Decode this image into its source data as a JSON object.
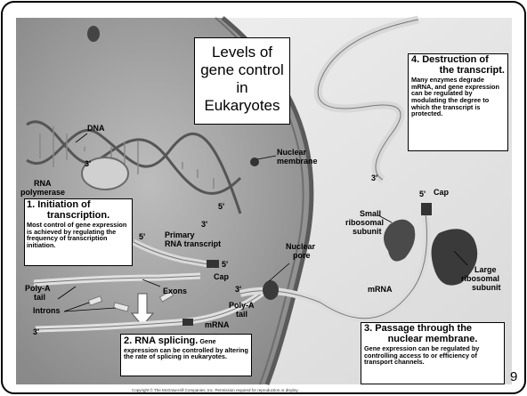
{
  "title": [
    "Levels of",
    "gene control",
    "in",
    "Eukaryotes"
  ],
  "steps": [
    {
      "heading_1": "1. Initiation of",
      "heading_2": "transcription.",
      "body": "Most control of gene expression is achieved by regulating the frequency of transcription initiation."
    },
    {
      "heading": "2. RNA splicing.",
      "body": "Gene expression can be controlled by altering the rate of splicing in eukaryotes."
    },
    {
      "heading_1": "3. Passage through the",
      "heading_2": "nuclear membrane.",
      "body": "Gene expression can be regulated by controlling access to or efficiency of transport channels."
    },
    {
      "heading_1": "4. Destruction of",
      "heading_2": "the transcript.",
      "body": "Many enzymes degrade mRNA, and gene expression can be regulated by modulating the degree to which the transcript is protected."
    }
  ],
  "labels": {
    "dna": "DNA",
    "rna_polymerase_1": "RNA",
    "rna_polymerase_2": "polymerase",
    "nuclear_membrane_1": "Nuclear",
    "nuclear_membrane_2": "membrane",
    "primary_rna_1": "Primary",
    "primary_rna_2": "RNA transcript",
    "nuclear_pore_1": "Nuclear",
    "nuclear_pore_2": "pore",
    "exons": "Exons",
    "cap_1": "Cap",
    "cap_2": "Cap",
    "poly_a_1": "Poly-A",
    "tail_1": "tail",
    "poly_a_2": "Poly-A",
    "tail_2": "tail",
    "introns": "Introns",
    "mrna_1": "mRNA",
    "mrna_2": "mRNA",
    "small_ribosomal_1": "Small",
    "small_ribosomal_2": "ribosomal",
    "small_ribosomal_3": "subunit",
    "large_ribosomal_1": "Large",
    "large_ribosomal_2": "ribosomal",
    "large_ribosomal_3": "subunit"
  },
  "markers": {
    "m3a": "3'",
    "m5a": "5'",
    "m3b": "3'",
    "m5b": "5'",
    "m5c": "5'",
    "m3c": "3'",
    "m3d": "3'",
    "m3e": "3'",
    "m5d": "5'"
  },
  "slide_number": "9",
  "copyright": "Copyright © The McGraw-Hill Companies, Inc. Permission required for reproduction or display."
}
